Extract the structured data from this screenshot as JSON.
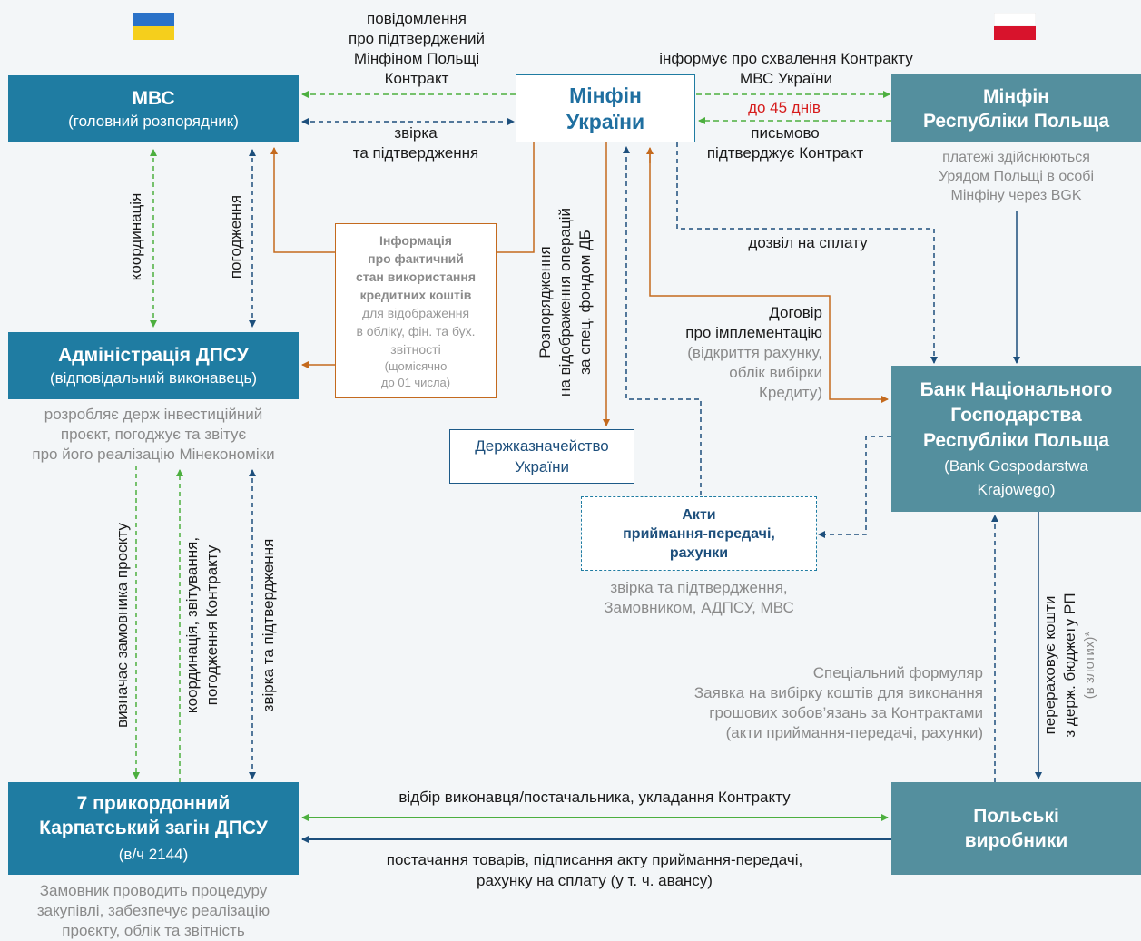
{
  "flags": {
    "ukraine": "Ukraine",
    "poland": "Poland"
  },
  "colors": {
    "blue": "#1f7ca2",
    "navy": "#1d4f7c",
    "green": "#4caf3f",
    "orange": "#c46a1e",
    "gray_box": "#548f9e",
    "red": "#d61c1c"
  },
  "nodes": {
    "mvs": {
      "title": "МВС",
      "subtitle": "(головний розпорядник)"
    },
    "minfin_ua": {
      "line1": "Мінфін",
      "line2": "України"
    },
    "minfin_pl": {
      "line1": "Мінфін",
      "line2": "Республіки Польща",
      "note": [
        "платежі здійснюються",
        "Урядом Польщі в особі",
        "Мінфіну через BGK"
      ]
    },
    "info": {
      "bold": [
        "Інформація",
        "про фактичний",
        "стан використання",
        "кредитних коштів"
      ],
      "normal": [
        "для відображення",
        "в обліку, фін. та бух.",
        "звітності"
      ],
      "small": [
        "(щомісячно",
        "до 01 числа)"
      ]
    },
    "adpsu": {
      "title": "Адміністрація ДПСУ",
      "subtitle": "(відповідальний виконавець)",
      "note": [
        "розробляє держ інвестиційний",
        "проєкт, погоджує та звітує",
        "про його реалізацію Мінекономіки"
      ]
    },
    "treasury": {
      "line1": "Держказначейство",
      "line2": "України"
    },
    "acts": {
      "lines": [
        "Акти",
        "приймання-передачі,",
        "рахунки"
      ],
      "note": [
        "звірка та підтвердження,",
        "Замовником, АДПСУ, МВС"
      ]
    },
    "bgk": {
      "lines": [
        "Банк Національного",
        "Господарства",
        "Республіки Польща"
      ],
      "sub1": "(Bank Gospodarstwa",
      "sub2": "Krajowego)"
    },
    "border": {
      "line1": "7 прикордонний",
      "line2": "Карпатський загін ДПСУ",
      "sub": "(в/ч 2144)",
      "note": [
        "Замовник проводить процедуру",
        "закупівлі, забезпечує реалізацію",
        "проєкту, облік та звітність"
      ]
    },
    "producers": {
      "line1": "Польські",
      "line2": "виробники"
    }
  },
  "edges": {
    "notify_contract": [
      "повідомлення",
      "про підтверджений",
      "Мінфіном Польщі",
      "Контракт"
    ],
    "reconcile_top": [
      "звірка",
      "та підтвердження"
    ],
    "informs_approval": [
      "інформує про схвалення Контракту",
      "МВС України"
    ],
    "within_45": "до 45 днів",
    "written_confirm": [
      "письмово",
      "підтверджує Контракт"
    ],
    "coordination": "координація",
    "approval": "погодження",
    "order": [
      "Розпорядження",
      "на відображення операцій",
      "за спец. фондом ДБ"
    ],
    "payment_permission": "дозвіл на сплату",
    "agreement": {
      "line1": "Договір",
      "line2": "про імплементацію",
      "gray": [
        "(відкриття рахунку,",
        "облік вибірки",
        "Кредиту)"
      ]
    },
    "defines_customer": "визначає замовника проєкту",
    "coord_report": [
      "координація, звітування,",
      "погодження Контракту"
    ],
    "reconcile_vertical": "звірка та підтвердження",
    "special_form": {
      "gray1": "Спеціальний формуляр",
      "lines": [
        "Заявка на вибірку коштів для виконання",
        "грошових зобов’язань за Контрактами",
        "(акти приймання-передачі, рахунки)"
      ]
    },
    "transfers": [
      "перераховує кошти",
      "з держ. бюджету РП"
    ],
    "in_zloty": "(в злотих)*",
    "selection": "відбір виконавця/постачальника, укладання Контракту",
    "supply": [
      "постачання товарів, підписання акту приймання-передачі,",
      "рахунку на сплату (у т. ч. авансу)"
    ]
  }
}
